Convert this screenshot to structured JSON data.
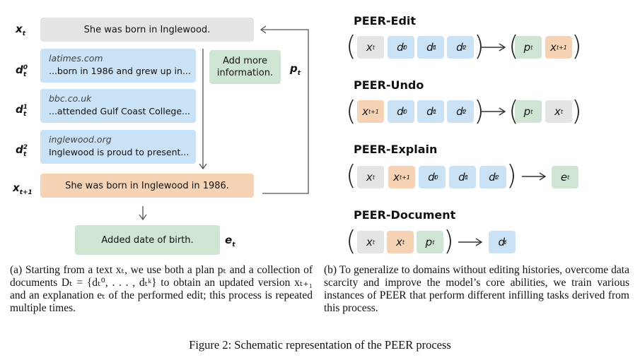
{
  "left_panel": {
    "x_label": "x",
    "x_sub": "t",
    "x_text": "She was born in Inglewood.",
    "docs": [
      {
        "label_sup": "0",
        "source": "latimes.com",
        "snippet": "...born in 1986 and grew up in..."
      },
      {
        "label_sup": "1",
        "source": "bbc.co.uk",
        "snippet": "...attended Gulf Coast College..."
      },
      {
        "label_sup": "2",
        "source": "inglewood.org",
        "snippet": "Inglewood is proud to present..."
      }
    ],
    "doc_label": "d",
    "doc_sub": "t",
    "plan_text": "Add more information.",
    "plan_label": "p",
    "plan_sub": "t",
    "xnext_label": "x",
    "xnext_sub": "t+1",
    "xnext_text": "She was born in Inglewood in 1986.",
    "expl_text": "Added date of birth.",
    "expl_label": "e",
    "expl_sub": "t"
  },
  "right_panel": {
    "rows": [
      {
        "title": "PEER-Edit"
      },
      {
        "title": "PEER-Undo"
      },
      {
        "title": "PEER-Explain"
      },
      {
        "title": "PEER-Document"
      }
    ]
  },
  "captions": {
    "a": "(a) Starting from a text xₜ, we use both a plan pₜ and a collection of documents Dₜ = {dₜ⁰, . . . , dₜᵏ} to obtain an updated version xₜ₊₁ and an explanation eₜ of the performed edit; this process is repeated multiple times.",
    "b": "(b) To generalize to domains without editing histories, overcome data scarcity and improve the model’s core abilities, we train various instances of PEER that perform different infilling tasks derived from this process.",
    "figure": "Figure 2: Schematic representation of the PEER process"
  },
  "colors": {
    "gray": "#e3e4e6",
    "blue": "#c9e2f6",
    "orange": "#f7d3b6",
    "green": "#cfe5d3"
  }
}
